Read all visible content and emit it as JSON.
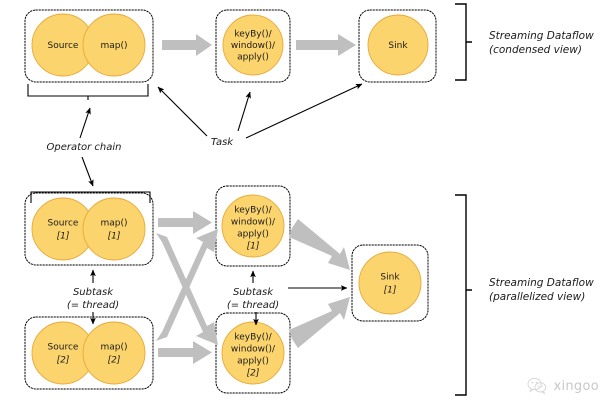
{
  "figure": {
    "title": "Flink Streaming Dataflow: condensed and parallelized views",
    "background_color": "#ffffff",
    "circle_fill": "#fbd46d",
    "circle_stroke": "#e8a93a",
    "arrow_color": "#bfbfbf",
    "line_color": "#000000"
  },
  "condensed": {
    "side_label_line1": "Streaming Dataflow",
    "side_label_line2": "(condensed view)",
    "operators": {
      "source": "Source",
      "map": "map()",
      "keyby_line1": "keyBy()/",
      "keyby_line2": "window()/",
      "keyby_line3": "apply()",
      "sink": "Sink"
    }
  },
  "parallelized": {
    "side_label_line1": "Streaming Dataflow",
    "side_label_line2": "(parallelized view)",
    "row1": {
      "source": "Source",
      "source_index": "[1]",
      "map": "map()",
      "map_index": "[1]",
      "keyby_line1": "keyBy()/",
      "keyby_line2": "window()/",
      "keyby_line3": "apply()",
      "keyby_index": "[1]"
    },
    "row2": {
      "source": "Source",
      "source_index": "[2]",
      "map": "map()",
      "map_index": "[2]",
      "keyby_line1": "keyBy()/",
      "keyby_line2": "window()/",
      "keyby_line3": "apply()",
      "keyby_index": "[2]"
    },
    "sink": {
      "label": "Sink",
      "index": "[1]"
    }
  },
  "annotations": {
    "operator_chain": "Operator chain",
    "task": "Task",
    "subtask_left_line1": "Subtask",
    "subtask_left_line2": "(= thread)",
    "subtask_right_line1": "Subtask",
    "subtask_right_line2": "(= thread)"
  },
  "watermark": {
    "text": "xingoo",
    "icon": "wechat-icon"
  }
}
